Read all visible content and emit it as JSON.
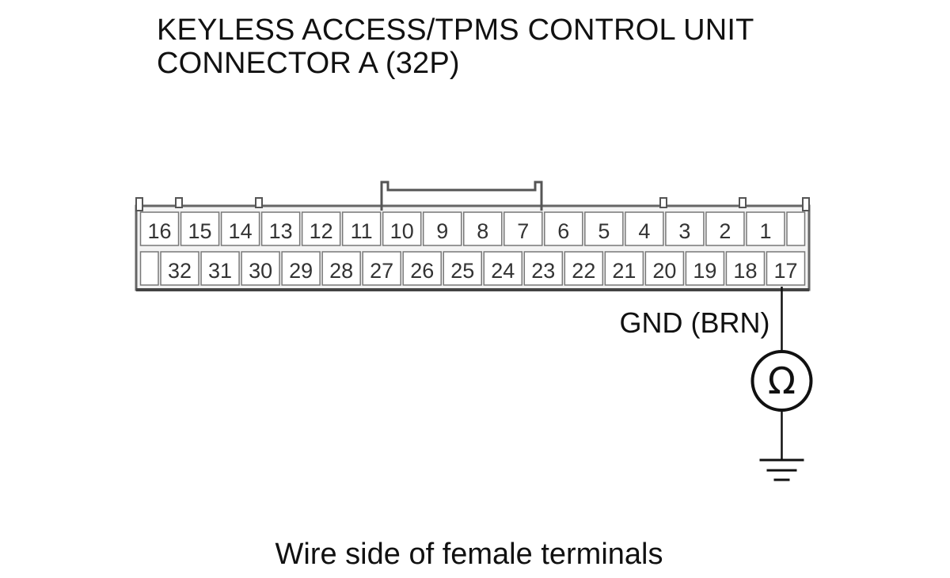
{
  "title": {
    "line1": "KEYLESS ACCESS/TPMS CONTROL UNIT",
    "line2": "CONNECTOR A (32P)"
  },
  "connector": {
    "top_row": [
      "16",
      "15",
      "14",
      "13",
      "12",
      "11",
      "10",
      "9",
      "8",
      "7",
      "6",
      "5",
      "4",
      "3",
      "2",
      "1",
      ""
    ],
    "bottom_row": [
      "",
      "32",
      "31",
      "30",
      "29",
      "28",
      "27",
      "26",
      "25",
      "24",
      "23",
      "22",
      "21",
      "20",
      "19",
      "18",
      "17"
    ]
  },
  "probe": {
    "terminal": "17",
    "wire_label": "GND (BRN)",
    "meter_symbol": "Ω",
    "meter_icon": "ohmmeter-icon",
    "ground_icon": "ground-icon"
  },
  "caption": "Wire side of female terminals"
}
